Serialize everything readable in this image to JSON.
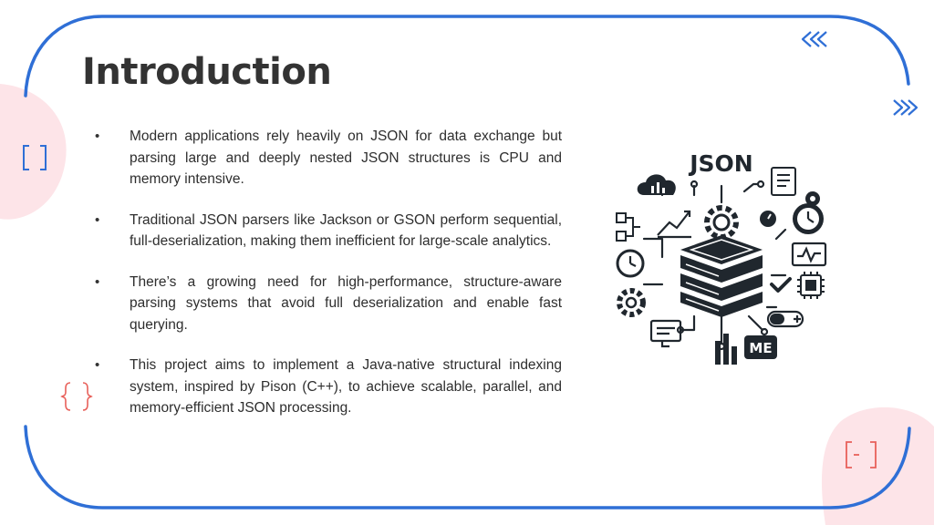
{
  "slide": {
    "title": "Introduction",
    "bullets": [
      "Modern applications rely heavily on JSON for data exchange but parsing large and deeply nested JSON structures is CPU and memory intensive.",
      "Traditional JSON parsers like Jackson or GSON perform sequential, full-deserialization, making them inefficient for large-scale analytics.",
      "There’s a growing need for high-performance, structure-aware parsing systems that avoid full deserialization and enable fast querying.",
      "This project aims to implement a Java-native structural indexing system, inspired by Pison (C++), to achieve scalable, parallel, and memory-efficient JSON processing."
    ],
    "bullet_glyph": "•"
  },
  "illustration": {
    "label": "JSON",
    "badge": "ME"
  },
  "decor": {
    "chevron_left": "«",
    "chevron_right": "»"
  },
  "colors": {
    "frame_blue": "#2f6fd6",
    "blob_pink": "#fde4e8",
    "bracket_red": "#e8605a",
    "bracket_blue": "#2f6fd6",
    "text": "#2e2e2e",
    "title": "#333333",
    "icon_dark": "#20272e"
  }
}
